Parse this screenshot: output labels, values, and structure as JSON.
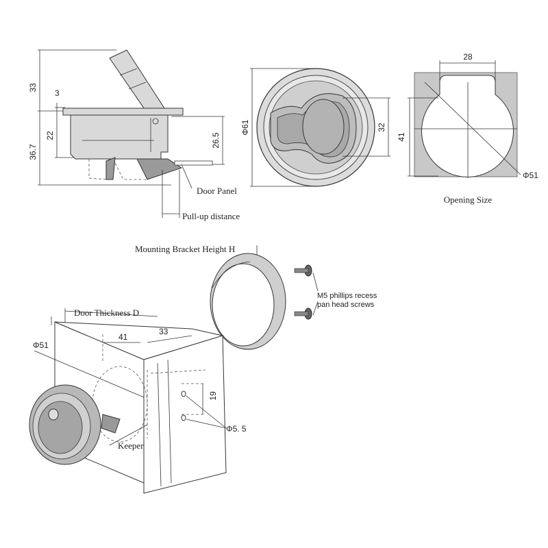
{
  "side_view": {
    "dim_33": "33",
    "dim_3": "3",
    "dim_22": "22",
    "dim_36_7": "36.7",
    "dim_26_5": "26.5",
    "door_panel": "Door Panel",
    "pull_up": "Pull-up  distance"
  },
  "front_view": {
    "dim_61": "Φ61",
    "dim_32": "32"
  },
  "opening_view": {
    "dim_28": "28",
    "dim_41": "41",
    "dim_51": "Φ51",
    "caption": "Opening Size"
  },
  "exploded_view": {
    "bracket_height": "Mounting Bracket Height H",
    "screws_line1": "M5 phillips recess",
    "screws_line2": "pan head screws",
    "door_thickness": "Door Thickness D",
    "dim_51": "Φ51",
    "dim_41": "41",
    "dim_33": "33",
    "dim_19": "19",
    "dim_5_5": "Φ5. 5",
    "keeper": "Keeper"
  },
  "colors": {
    "part_fill": "#d9d9d9",
    "part_dark": "#9a9a9a",
    "opening_fill": "#c8c8c8",
    "line": "#333333"
  }
}
